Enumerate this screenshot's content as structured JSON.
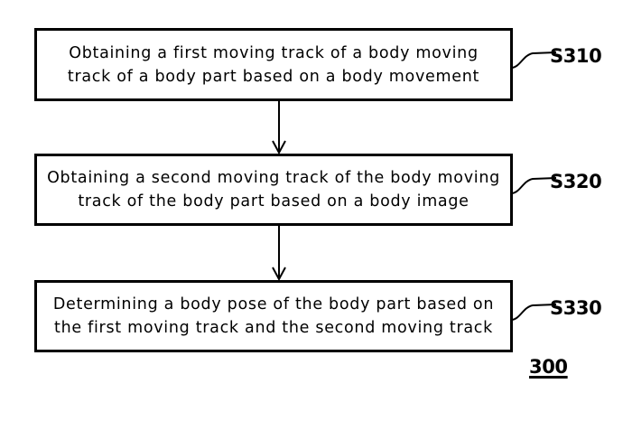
{
  "figure": {
    "number_label": "300",
    "type": "patent-flowchart",
    "background_color": "#ffffff",
    "line_color": "#000000"
  },
  "steps": [
    {
      "ref": "S310",
      "lines": [
        "Obtaining a first moving track of a body moving",
        "track of a body part based on a body movement"
      ]
    },
    {
      "ref": "S320",
      "lines": [
        "Obtaining a second moving track of the body moving",
        "track of the body part based on a body image"
      ]
    },
    {
      "ref": "S330",
      "lines": [
        "Determining a body pose of the body part based on",
        "the first moving track and the second moving track"
      ]
    }
  ],
  "connectors": [
    {
      "from": "S310",
      "to": "S320",
      "direction": "down"
    },
    {
      "from": "S320",
      "to": "S330",
      "direction": "down"
    }
  ]
}
